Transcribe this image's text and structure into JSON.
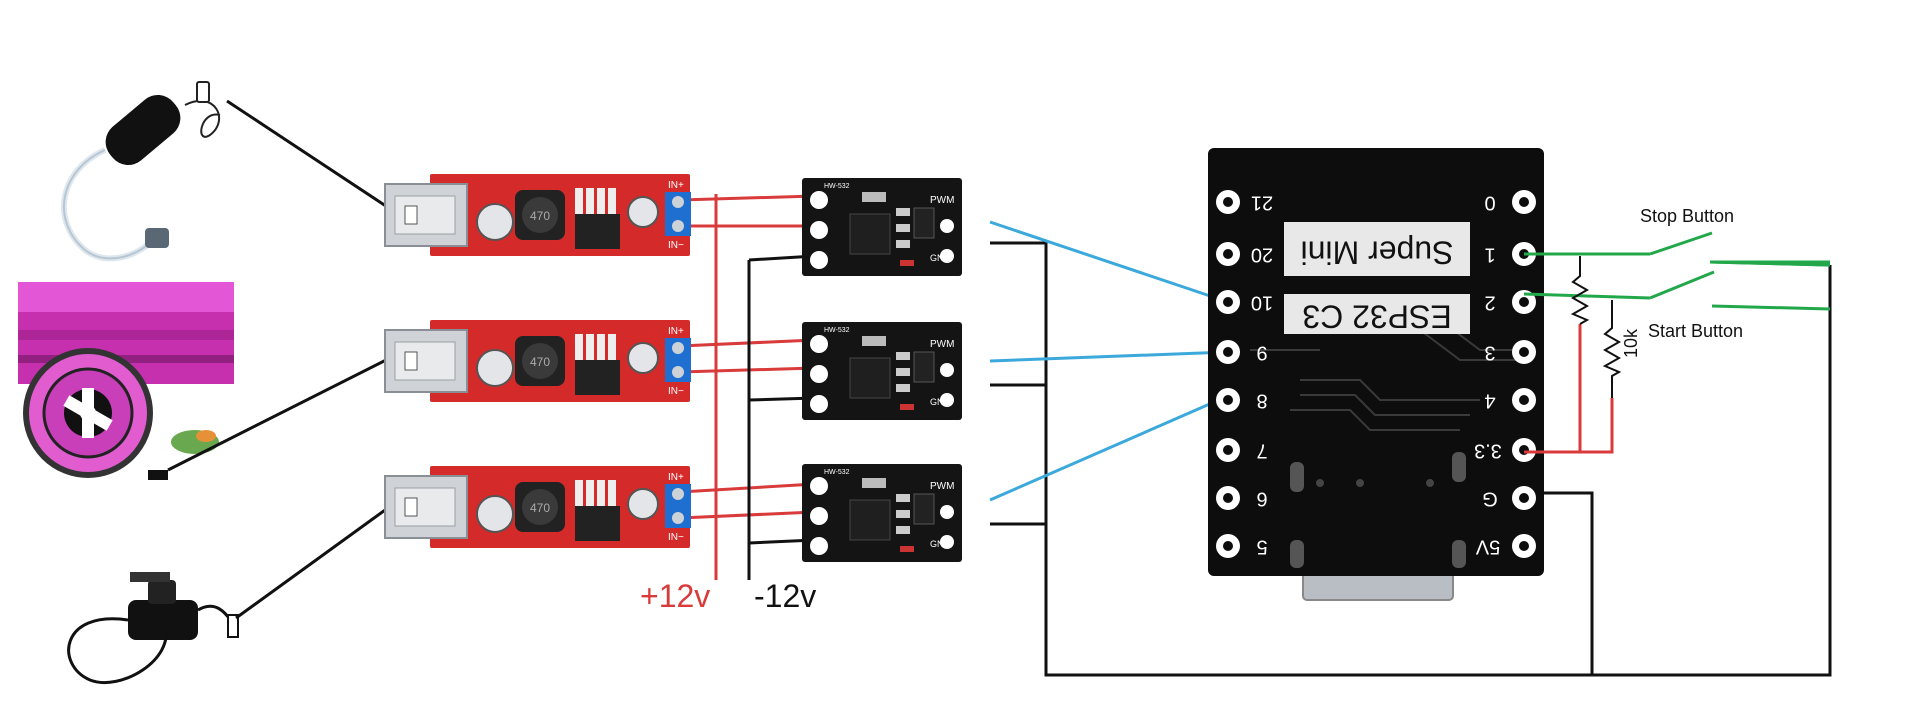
{
  "labels": {
    "plus_12v": "+12v",
    "minus_12v": "-12v",
    "stop_button": "Stop Button",
    "start_button": "Start Button",
    "resistor_value": "10k"
  },
  "buck_converter": {
    "in_plus": "IN+",
    "in_minus": "IN−",
    "inductor_code": "470"
  },
  "mosfet_module": {
    "model": "HW-532",
    "pwm": "PWM",
    "gnd": "GND"
  },
  "esp32_board": {
    "name_line1": "Super Mini",
    "name_line2": "ESP32 C3",
    "left_pins": [
      "21",
      "20",
      "10",
      "9",
      "8",
      "7",
      "6",
      "5"
    ],
    "right_pins": [
      "0",
      "1",
      "2",
      "3",
      "4",
      "3.3",
      "G",
      "5V"
    ]
  },
  "colors": {
    "power_wire": "#d93a3a",
    "ground_wire": "#111111",
    "signal_wire": "#3ba9dc",
    "button_wire": "#22a84a",
    "buck_pcb": "#d42a2a",
    "terminal_block": "#1f6fd1",
    "mosfet_pcb": "#141414",
    "esp_pcb": "#0d0d0d",
    "grow_light": "#d936c9"
  }
}
